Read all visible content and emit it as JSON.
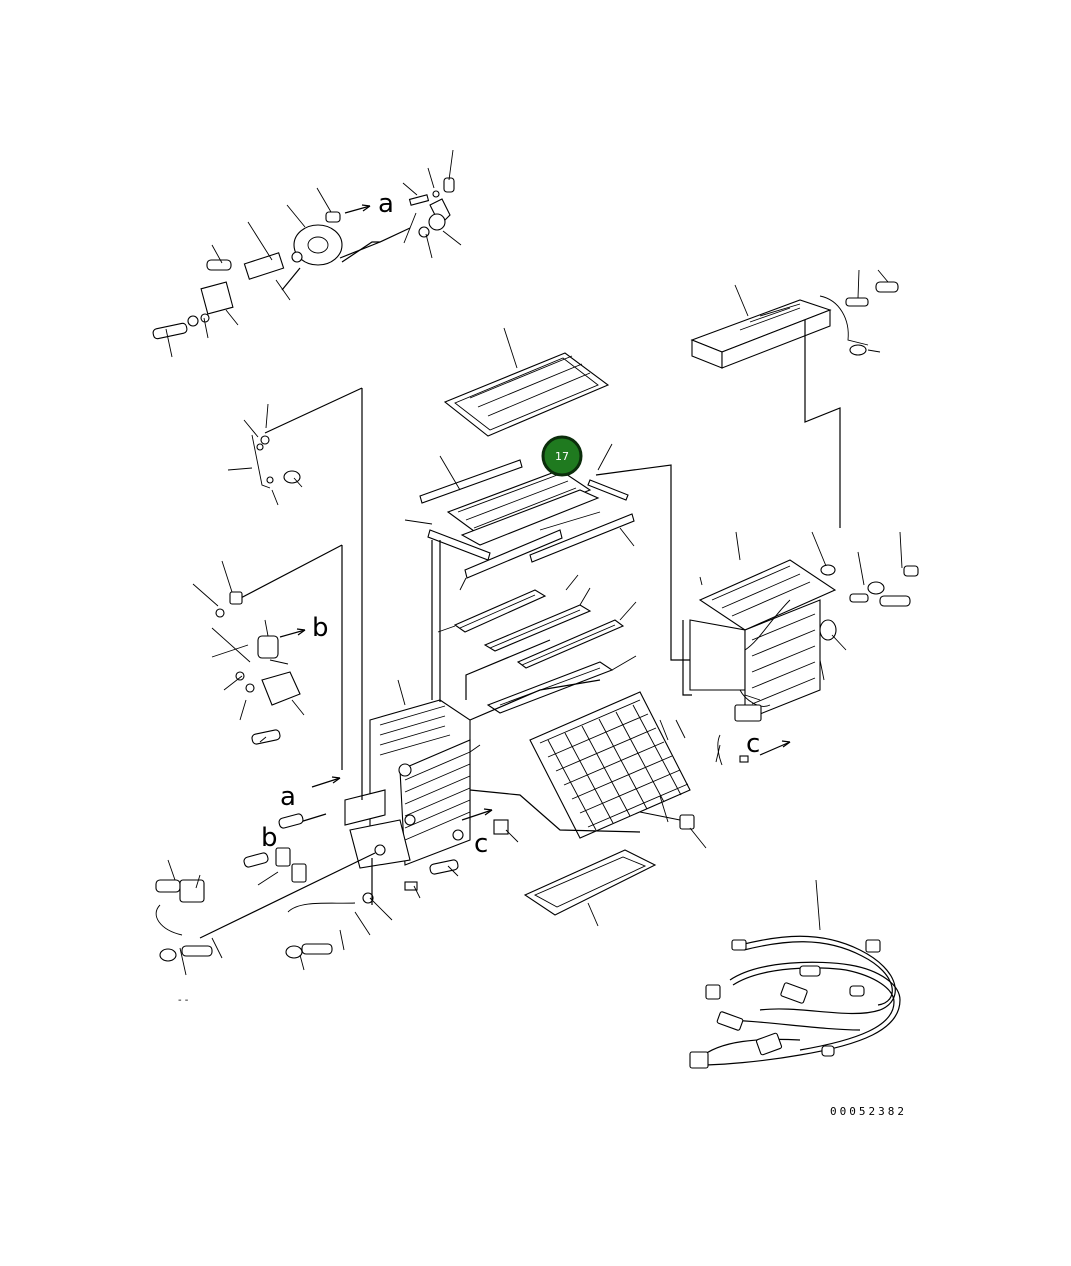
{
  "diagram": {
    "drawing_code": "00052382",
    "callouts": [
      {
        "id": "17",
        "fill": "#1f7a1f",
        "ring": "#0b2d0b"
      }
    ],
    "connection_letters": [
      "a",
      "b",
      "c"
    ]
  }
}
